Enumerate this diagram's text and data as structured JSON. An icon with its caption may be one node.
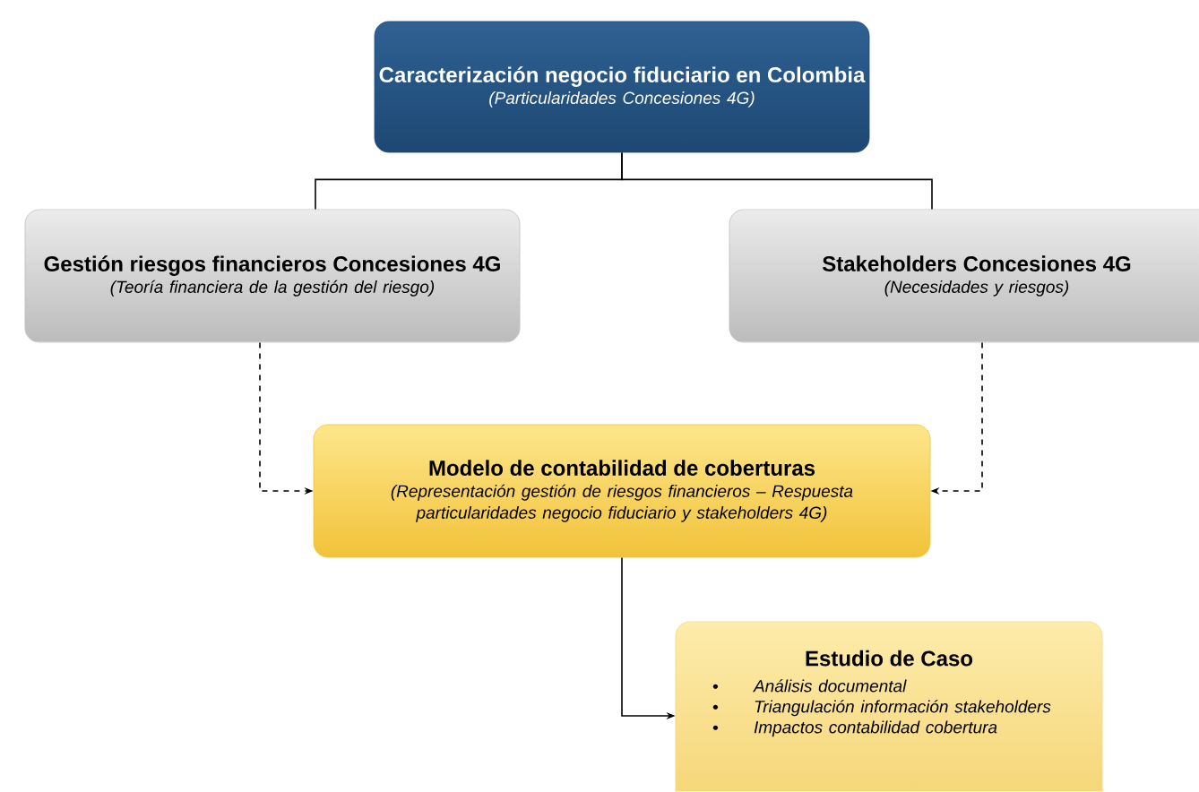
{
  "diagram": {
    "nodes": [
      {
        "text": [
          "Caracterización negocio fiduciario en Colombia",
          "(Particularidades Concesiones 4G)"
        ]
      },
      {
        "text": [
          "Gestión riesgos financieros Concesiones 4G",
          "(Teoría financiera de la gestión del riesgo)"
        ]
      },
      {
        "text": [
          "Stakeholders Concesiones 4G",
          "(Necesidades y riesgos)"
        ]
      },
      {
        "text": [
          "Modelo de contabilidad de coberturas",
          "(Representación gestión de riesgos financieros – Respuesta particularidades negocio fiduciario y stakeholders 4G)"
        ]
      },
      {
        "text": [
          "Estudio de Caso",
          "Análisis documental",
          "Triangulación información stakeholders",
          "Impactos contabilidad cobertura"
        ]
      }
    ],
    "edges": [
      {
        "from": 0,
        "to": 1,
        "arrow": "none"
      },
      {
        "from": 0,
        "to": 2,
        "arrow": "none"
      },
      {
        "from": 1,
        "to": 3,
        "arrow": "to",
        "style": "dashed"
      },
      {
        "from": 2,
        "to": 3,
        "arrow": "to",
        "style": "dashed"
      },
      {
        "from": 3,
        "to": 4,
        "arrow": "to"
      }
    ]
  }
}
